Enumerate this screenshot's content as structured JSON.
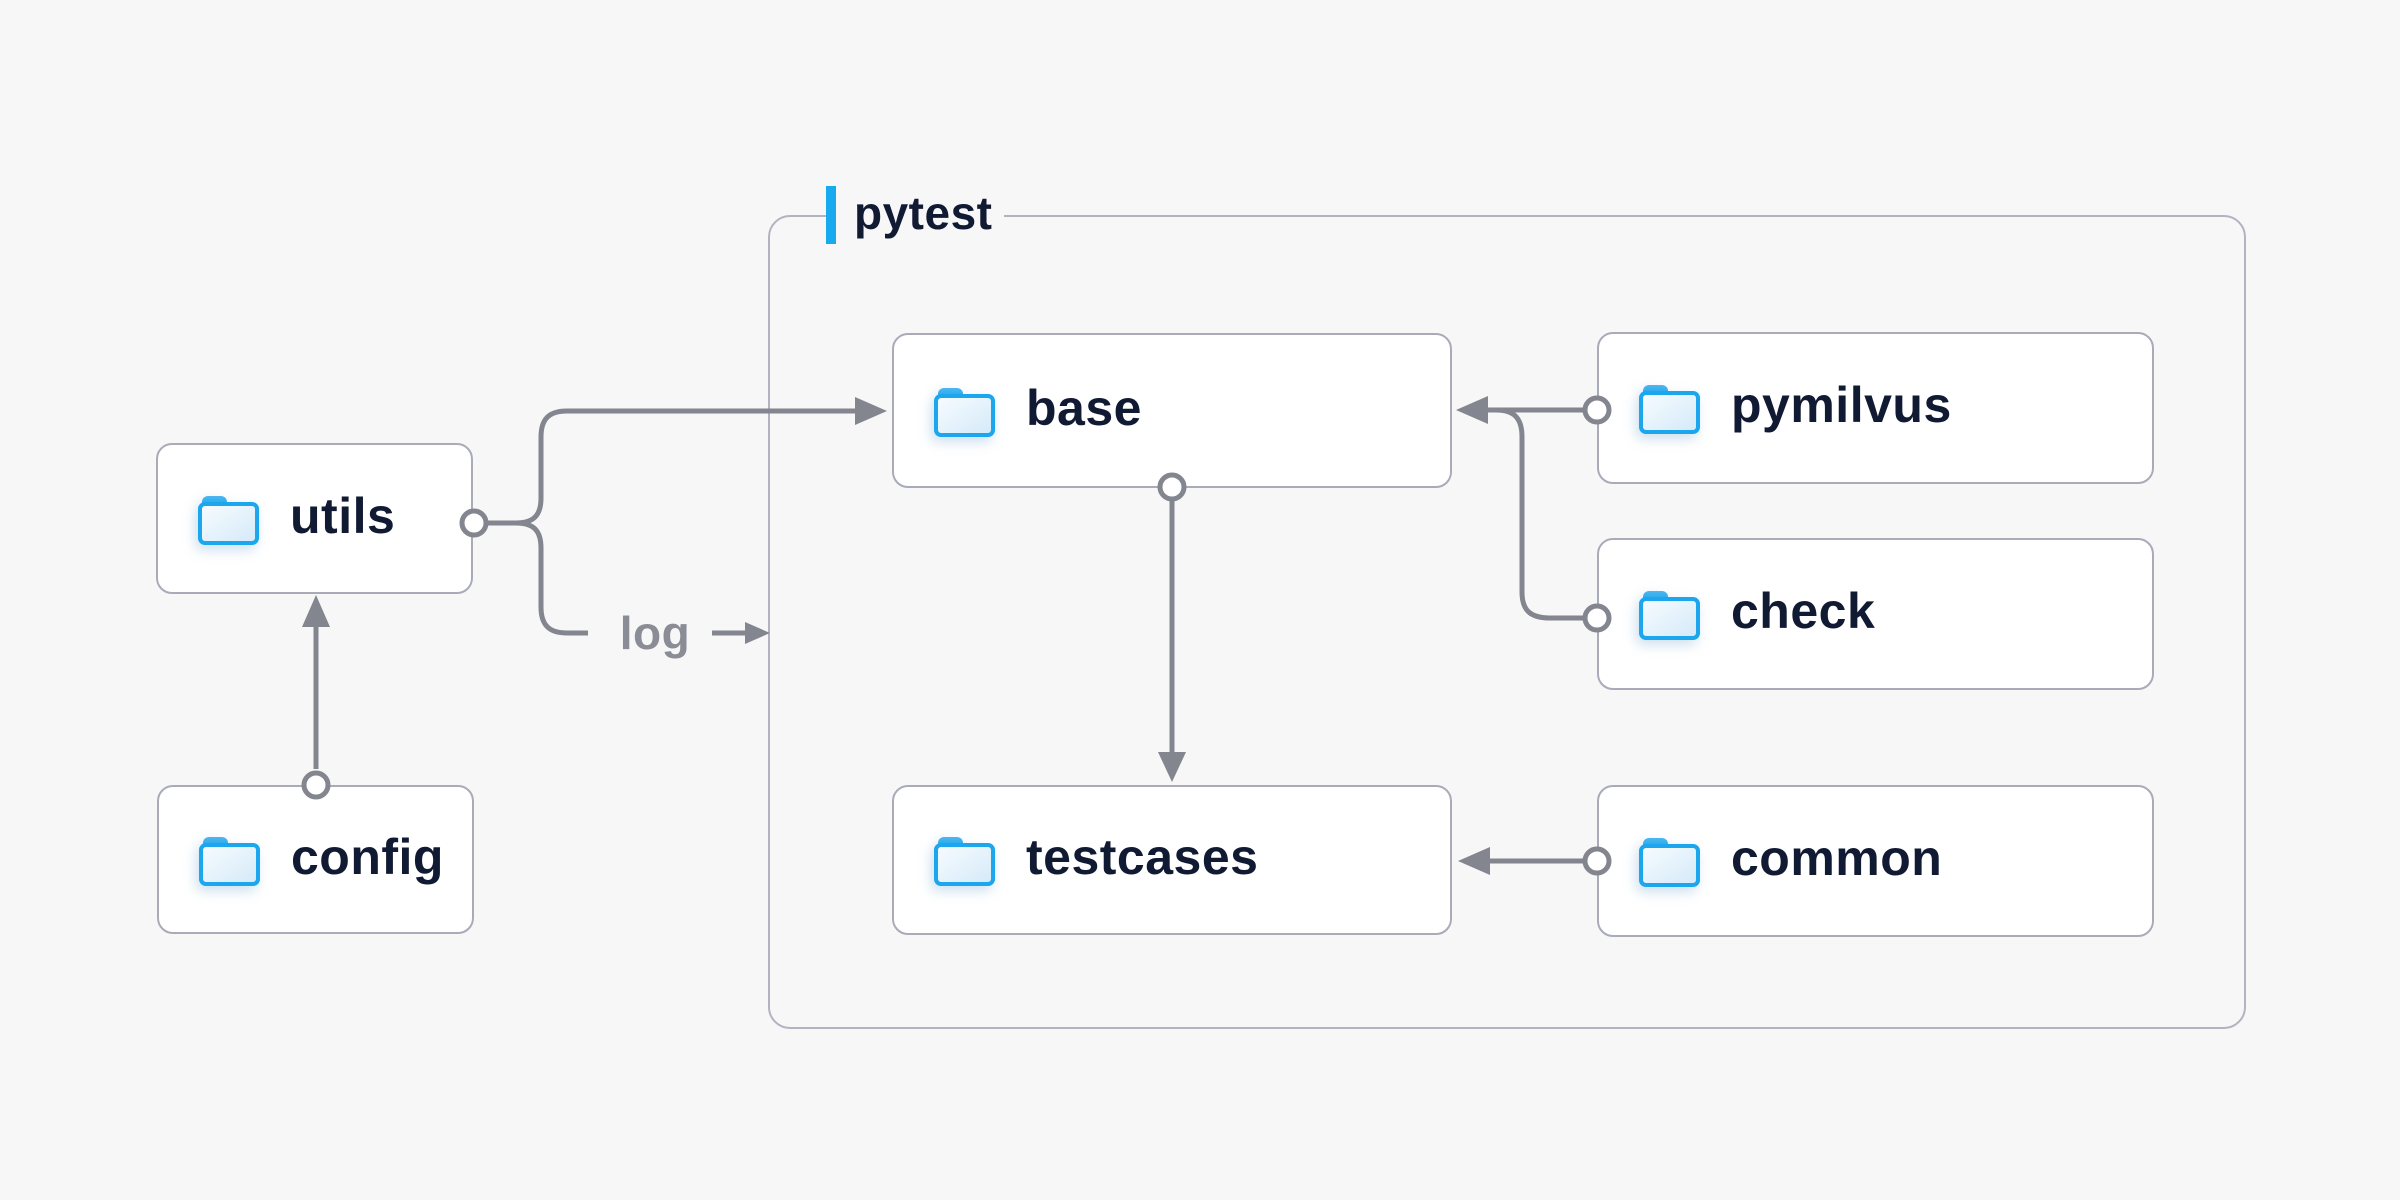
{
  "diagram": {
    "group": {
      "label": "pytest"
    },
    "nodes": {
      "utils": {
        "label": "utils",
        "icon": "folder-icon"
      },
      "config": {
        "label": "config",
        "icon": "folder-icon"
      },
      "base": {
        "label": "base",
        "icon": "folder-icon"
      },
      "testcases": {
        "label": "testcases",
        "icon": "folder-icon"
      },
      "pymilvus": {
        "label": "pymilvus",
        "icon": "folder-icon"
      },
      "check": {
        "label": "check",
        "icon": "folder-icon"
      },
      "common": {
        "label": "common",
        "icon": "folder-icon"
      }
    },
    "log_label": "log",
    "edges": [
      {
        "from": "config",
        "to": "utils"
      },
      {
        "from": "utils",
        "to": "base"
      },
      {
        "from": "utils",
        "to": "log-annotation",
        "label": "log"
      },
      {
        "from": "base",
        "to": "testcases"
      },
      {
        "from": "pymilvus",
        "to": "base"
      },
      {
        "from": "check",
        "to": "base"
      },
      {
        "from": "common",
        "to": "testcases"
      }
    ],
    "colors": {
      "background": "#f7f7f8",
      "node_bg": "#ffffff",
      "node_border": "#a9abb8",
      "group_border": "#b2b3c1",
      "connector": "#83858f",
      "text": "#111a33",
      "muted_text": "#8a8c96",
      "accent_blue": "#18a9ee",
      "folder_blue": "#1ba6ee"
    }
  }
}
